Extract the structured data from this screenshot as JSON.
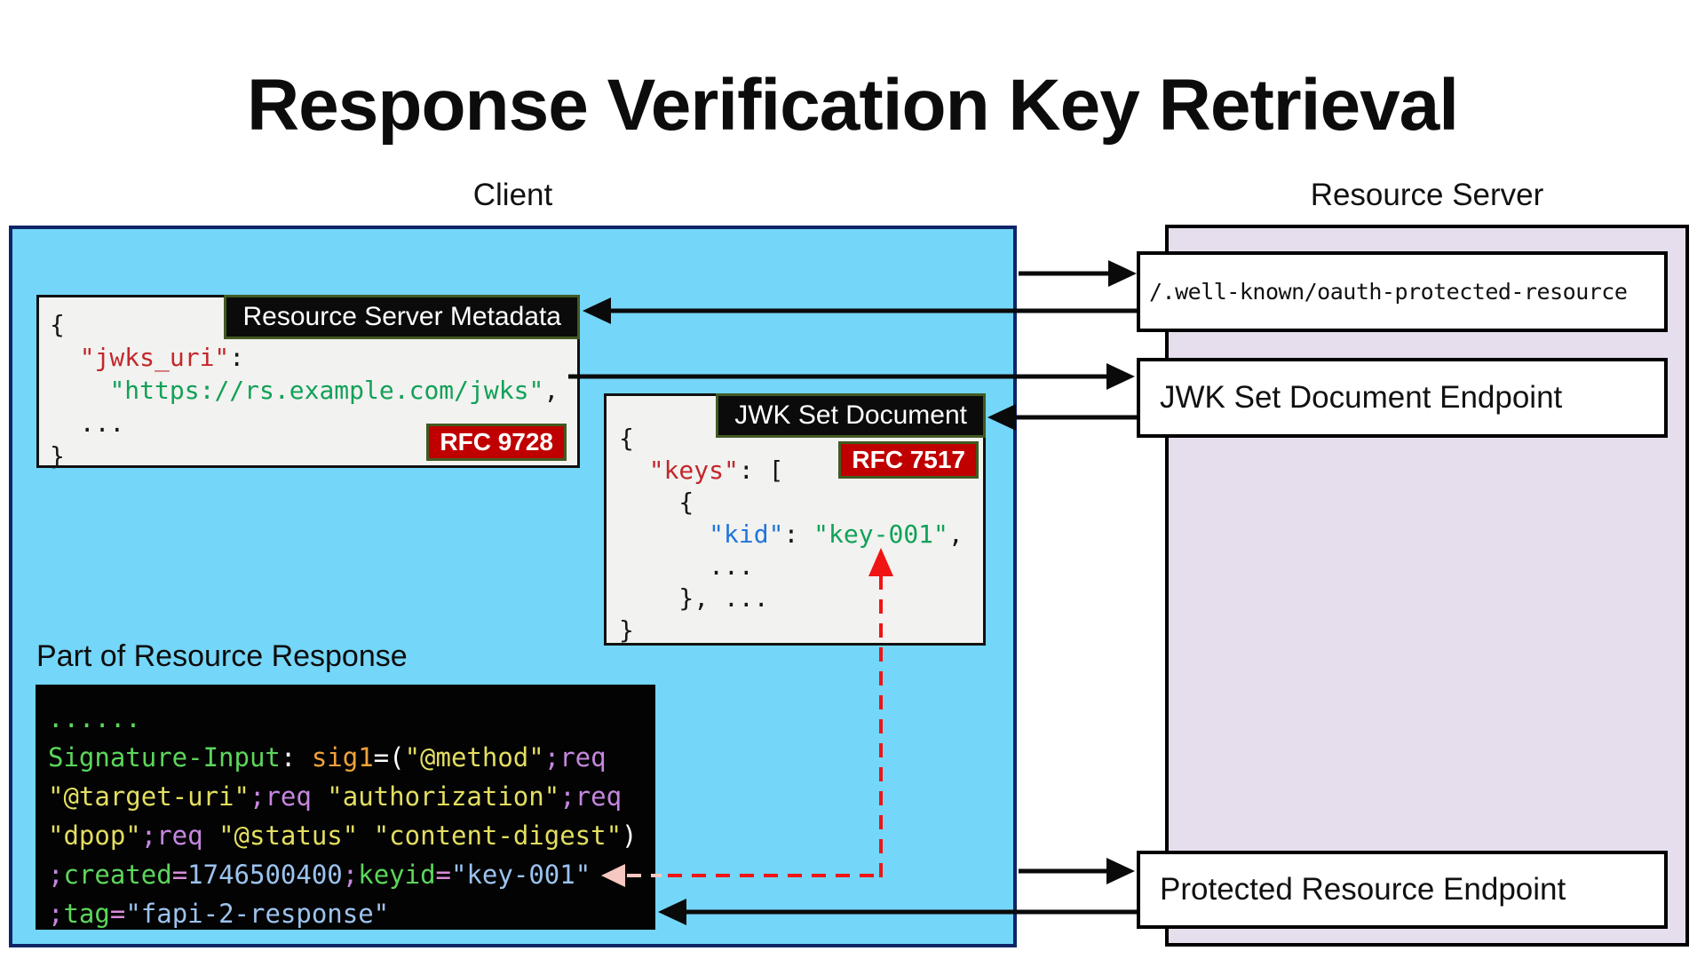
{
  "title": "Response Verification Key Retrieval",
  "colors": {
    "client_fill": "#74d6f8",
    "client_border": "#0f2567",
    "server_fill": "#e6deed",
    "box_gray": "#f2f2f0",
    "badge_red": "#c00000",
    "header_green": "#415a22",
    "arrow_black": "#0a0a0a",
    "arrow_red": "#f01414",
    "arrow_pink": "#f6c8c0",
    "ink": "#161616",
    "red": "#c3272b",
    "green": "#12a158",
    "blue": "#2176d9",
    "cgreen": "#5cd65c",
    "orange": "#f0a339",
    "yellow": "#e3de60",
    "violet": "#c687df",
    "pink": "#d98bd9",
    "lblue": "#9cc3ef",
    "white": "#ffffff"
  },
  "client": {
    "label": "Client",
    "metadata_box": {
      "header": "Resource Server Metadata",
      "badge": "RFC 9728",
      "code": [
        [
          {
            "t": "{",
            "c": "ink"
          }
        ],
        [
          {
            "t": "  ",
            "c": "ink"
          },
          {
            "t": "\"jwks_uri\"",
            "c": "red"
          },
          {
            "t": ":",
            "c": "ink"
          }
        ],
        [
          {
            "t": "    ",
            "c": "ink"
          },
          {
            "t": "\"https://rs.example.com/jwks\"",
            "c": "green"
          },
          {
            "t": ",",
            "c": "ink"
          }
        ],
        [
          {
            "t": "  ...",
            "c": "ink"
          }
        ],
        [
          {
            "t": "}",
            "c": "ink"
          }
        ]
      ]
    },
    "jwk_box": {
      "header": "JWK Set Document",
      "badge": "RFC 7517",
      "code": [
        [
          {
            "t": "{",
            "c": "ink"
          }
        ],
        [
          {
            "t": "  ",
            "c": "ink"
          },
          {
            "t": "\"keys\"",
            "c": "red"
          },
          {
            "t": ": [",
            "c": "ink"
          }
        ],
        [
          {
            "t": "    {",
            "c": "ink"
          }
        ],
        [
          {
            "t": "      ",
            "c": "ink"
          },
          {
            "t": "\"kid\"",
            "c": "blue"
          },
          {
            "t": ": ",
            "c": "ink"
          },
          {
            "t": "\"key-001\"",
            "c": "green"
          },
          {
            "t": ",",
            "c": "ink"
          }
        ],
        [
          {
            "t": "      ...",
            "c": "ink"
          }
        ],
        [
          {
            "t": "    }, ...",
            "c": "ink"
          }
        ],
        [
          {
            "t": "}",
            "c": "ink"
          }
        ]
      ]
    },
    "response_box": {
      "label": "Part of Resource Response",
      "code": [
        [
          {
            "t": "......",
            "c": "cgreen"
          }
        ],
        [
          {
            "t": "Signature-Input",
            "c": "cgreen"
          },
          {
            "t": ": ",
            "c": "white"
          },
          {
            "t": "sig1",
            "c": "orange"
          },
          {
            "t": "=(",
            "c": "white"
          },
          {
            "t": "\"@method\"",
            "c": "yellow"
          },
          {
            "t": ";req",
            "c": "violet"
          }
        ],
        [
          {
            "t": "\"@target-uri\"",
            "c": "yellow"
          },
          {
            "t": ";req",
            "c": "violet"
          },
          {
            "t": " ",
            "c": "white"
          },
          {
            "t": "\"authorization\"",
            "c": "yellow"
          },
          {
            "t": ";req",
            "c": "violet"
          }
        ],
        [
          {
            "t": "\"dpop\"",
            "c": "yellow"
          },
          {
            "t": ";req",
            "c": "violet"
          },
          {
            "t": " ",
            "c": "white"
          },
          {
            "t": "\"@status\"",
            "c": "yellow"
          },
          {
            "t": " ",
            "c": "white"
          },
          {
            "t": "\"content-digest\"",
            "c": "yellow"
          },
          {
            "t": ")",
            "c": "white"
          }
        ],
        [
          {
            "t": ";",
            "c": "violet"
          },
          {
            "t": "created",
            "c": "cgreen"
          },
          {
            "t": "=",
            "c": "pink"
          },
          {
            "t": "1746500400",
            "c": "lblue"
          },
          {
            "t": ";",
            "c": "violet"
          },
          {
            "t": "keyid",
            "c": "cgreen"
          },
          {
            "t": "=",
            "c": "pink"
          },
          {
            "t": "\"key-001\"",
            "c": "lblue"
          }
        ],
        [
          {
            "t": ";",
            "c": "violet"
          },
          {
            "t": "tag",
            "c": "cgreen"
          },
          {
            "t": "=",
            "c": "pink"
          },
          {
            "t": "\"fapi-2-response\"",
            "c": "lblue"
          }
        ]
      ]
    }
  },
  "server": {
    "label": "Resource Server",
    "endpoints": [
      {
        "label": "/.well-known/oauth-protected-resource"
      },
      {
        "label": "JWK Set Document Endpoint"
      },
      {
        "label": "Protected Resource Endpoint"
      }
    ]
  }
}
